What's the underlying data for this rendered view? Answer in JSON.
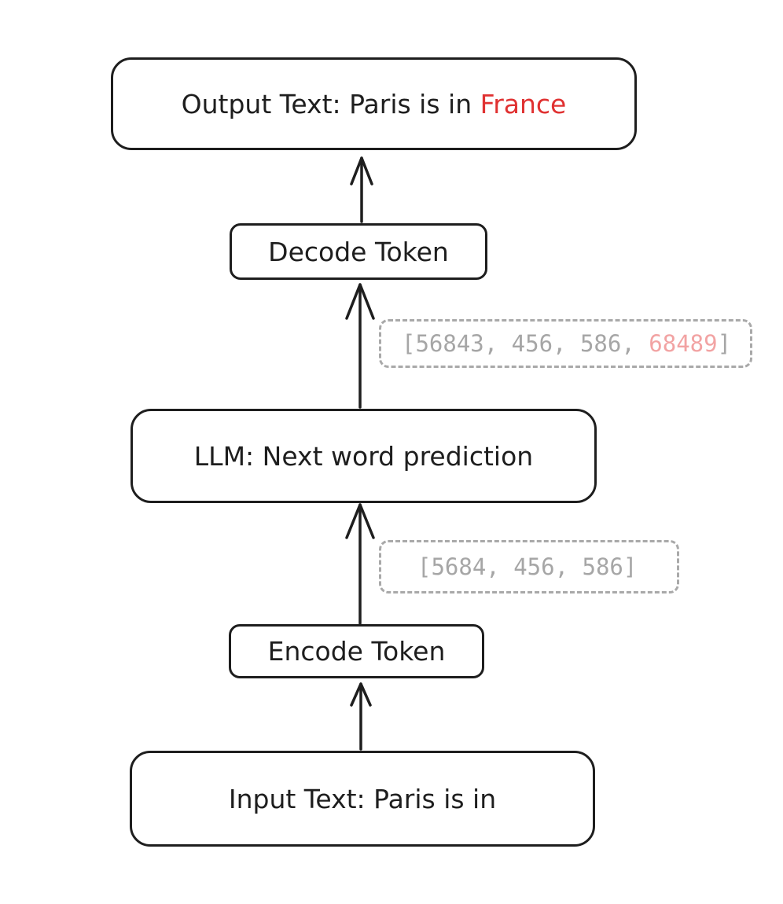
{
  "diagram": {
    "output_box": {
      "prefix": "Output Text: Paris is in ",
      "highlight": "France"
    },
    "decode_box": {
      "label": "Decode Token"
    },
    "llm_box": {
      "label": "LLM: Next word prediction"
    },
    "encode_box": {
      "label": "Encode Token"
    },
    "input_box": {
      "label": "Input Text: Paris is in"
    },
    "output_tokens": {
      "prefix": "[56843, 456, 586, ",
      "highlight": "68489",
      "suffix": "]"
    },
    "input_tokens": {
      "label": "[5684, 456, 586]"
    }
  },
  "colors": {
    "stroke": "#1e1e1e",
    "highlight_strong": "#e03131",
    "highlight_soft": "#f2a3a3",
    "token_text": "#a6a6a6"
  }
}
